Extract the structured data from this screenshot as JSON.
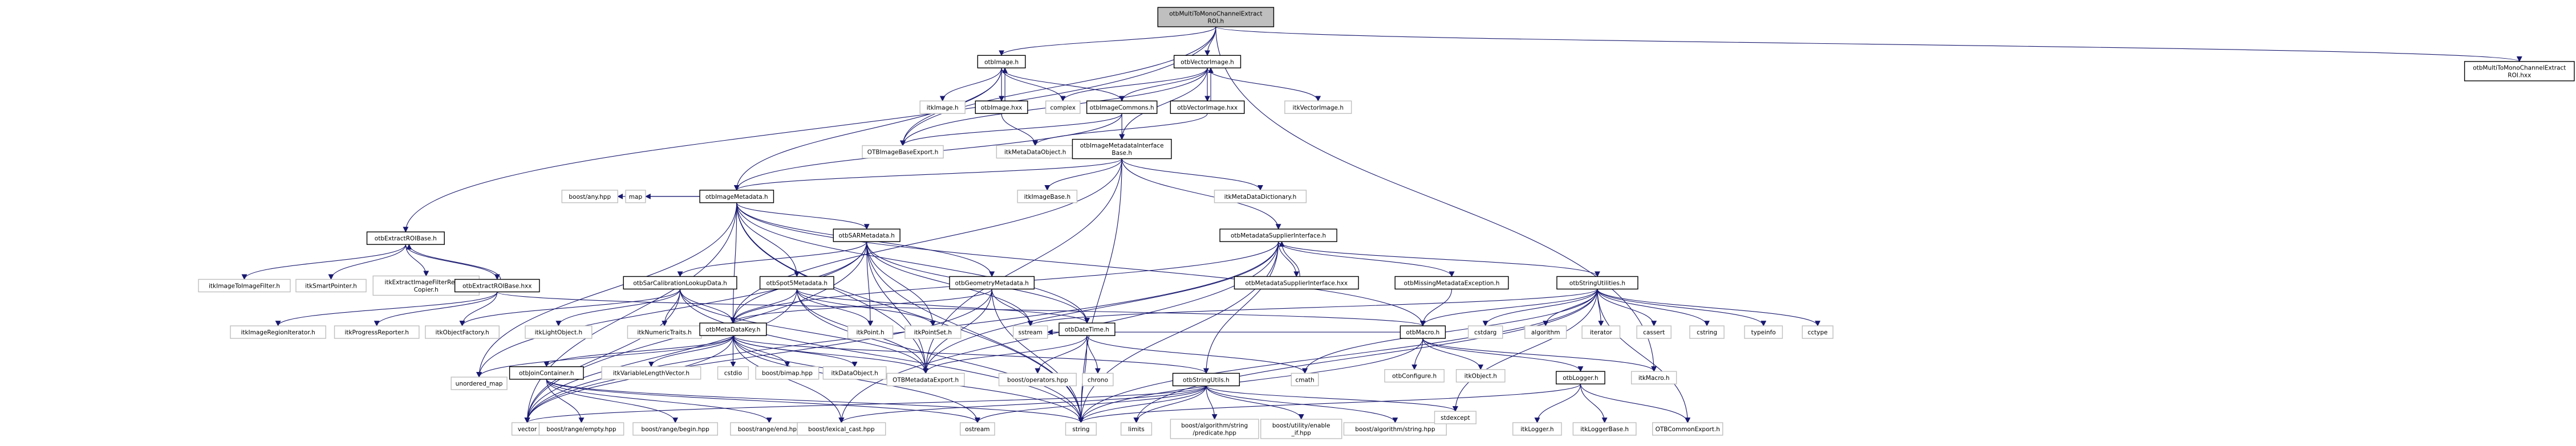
{
  "title": "otbMultiToMonoChannelExtractROI.h include dependency graph",
  "colors": {
    "edge": "#191970",
    "root_fill": "#bfbfbf",
    "internal_border": "#000000",
    "external_border": "#bfbfbf"
  },
  "nodes": [
    {
      "id": "root",
      "label": [
        "otbMultiToMonoChannelExtract",
        "ROI.h"
      ],
      "kind": "root"
    },
    {
      "id": "otbImage_h",
      "label": [
        "otbImage.h"
      ],
      "kind": "internal"
    },
    {
      "id": "otbVectorImage_h",
      "label": [
        "otbVectorImage.h"
      ],
      "kind": "internal"
    },
    {
      "id": "root_hxx",
      "label": [
        "otbMultiToMonoChannelExtract",
        "ROI.hxx"
      ],
      "kind": "internal"
    },
    {
      "id": "itkImage_h",
      "label": [
        "itkImage.h"
      ],
      "kind": "external"
    },
    {
      "id": "otbImage_hxx",
      "label": [
        "otbImage.hxx"
      ],
      "kind": "internal"
    },
    {
      "id": "complex",
      "label": [
        "complex"
      ],
      "kind": "external"
    },
    {
      "id": "otbImageCommons_h",
      "label": [
        "otbImageCommons.h"
      ],
      "kind": "internal"
    },
    {
      "id": "otbVectorImage_hxx",
      "label": [
        "otbVectorImage.hxx"
      ],
      "kind": "internal"
    },
    {
      "id": "itkVectorImage_h",
      "label": [
        "itkVectorImage.h"
      ],
      "kind": "external"
    },
    {
      "id": "OTBImageBaseExport_h",
      "label": [
        "OTBImageBaseExport.h"
      ],
      "kind": "external"
    },
    {
      "id": "itkMetaDataObject_h",
      "label": [
        "itkMetaDataObject.h"
      ],
      "kind": "external"
    },
    {
      "id": "otbIMIB_h",
      "label": [
        "otbImageMetadataInterface",
        "Base.h"
      ],
      "kind": "internal"
    },
    {
      "id": "otbImageMetadata_h",
      "label": [
        "otbImageMetadata.h"
      ],
      "kind": "internal"
    },
    {
      "id": "boost_any",
      "label": [
        "boost/any.hpp"
      ],
      "kind": "external"
    },
    {
      "id": "map",
      "label": [
        "map"
      ],
      "kind": "external"
    },
    {
      "id": "itkImageBase_h",
      "label": [
        "itkImageBase.h"
      ],
      "kind": "external"
    },
    {
      "id": "itkMetaDataDictionary_h",
      "label": [
        "itkMetaDataDictionary.h"
      ],
      "kind": "external"
    },
    {
      "id": "otbExtractROIBase_h",
      "label": [
        "otbExtractROIBase.h"
      ],
      "kind": "internal"
    },
    {
      "id": "otbSARMetadata_h",
      "label": [
        "otbSARMetadata.h"
      ],
      "kind": "internal"
    },
    {
      "id": "otbMSI_h",
      "label": [
        "otbMetadataSupplierInterface.h"
      ],
      "kind": "internal"
    },
    {
      "id": "itkImageToImageFilter_h",
      "label": [
        "itkImageToImageFilter.h"
      ],
      "kind": "external"
    },
    {
      "id": "itkSmartPointer_h",
      "label": [
        "itkSmartPointer.h"
      ],
      "kind": "external"
    },
    {
      "id": "itkEIFRC_h",
      "label": [
        "itkExtractImageFilterRegion",
        "Copier.h"
      ],
      "kind": "external"
    },
    {
      "id": "otbExtractROIBase_hxx",
      "label": [
        "otbExtractROIBase.hxx"
      ],
      "kind": "internal"
    },
    {
      "id": "otbSarCal_h",
      "label": [
        "otbSarCalibrationLookupData.h"
      ],
      "kind": "internal"
    },
    {
      "id": "otbSpot5_h",
      "label": [
        "otbSpot5Metadata.h"
      ],
      "kind": "internal"
    },
    {
      "id": "otbGeom_h",
      "label": [
        "otbGeometryMetadata.h"
      ],
      "kind": "internal"
    },
    {
      "id": "otbMSI_hxx",
      "label": [
        "otbMetadataSupplierInterface.hxx"
      ],
      "kind": "internal"
    },
    {
      "id": "otbMissing_h",
      "label": [
        "otbMissingMetadataException.h"
      ],
      "kind": "internal"
    },
    {
      "id": "otbStringUtilities_h",
      "label": [
        "otbStringUtilities.h"
      ],
      "kind": "internal"
    },
    {
      "id": "itkImageRegionIterator_h",
      "label": [
        "itkImageRegionIterator.h"
      ],
      "kind": "external"
    },
    {
      "id": "itkProgressReporter_h",
      "label": [
        "itkProgressReporter.h"
      ],
      "kind": "external"
    },
    {
      "id": "itkObjectFactory_h",
      "label": [
        "itkObjectFactory.h"
      ],
      "kind": "external"
    },
    {
      "id": "itkLightObject_h",
      "label": [
        "itkLightObject.h"
      ],
      "kind": "external"
    },
    {
      "id": "itkNumericTraits_h",
      "label": [
        "itkNumericTraits.h"
      ],
      "kind": "external"
    },
    {
      "id": "otbMetaDataKey_h",
      "label": [
        "otbMetaDataKey.h"
      ],
      "kind": "internal"
    },
    {
      "id": "itkPoint_h",
      "label": [
        "itkPoint.h"
      ],
      "kind": "external"
    },
    {
      "id": "itkPointSet_h",
      "label": [
        "itkPointSet.h"
      ],
      "kind": "external"
    },
    {
      "id": "sstream",
      "label": [
        "sstream"
      ],
      "kind": "external"
    },
    {
      "id": "otbDateTime_h",
      "label": [
        "otbDateTime.h"
      ],
      "kind": "internal"
    },
    {
      "id": "otbMacro_h",
      "label": [
        "otbMacro.h"
      ],
      "kind": "internal"
    },
    {
      "id": "cstdarg",
      "label": [
        "cstdarg"
      ],
      "kind": "external"
    },
    {
      "id": "algorithm",
      "label": [
        "algorithm"
      ],
      "kind": "external"
    },
    {
      "id": "iterator",
      "label": [
        "iterator"
      ],
      "kind": "external"
    },
    {
      "id": "cassert",
      "label": [
        "cassert"
      ],
      "kind": "external"
    },
    {
      "id": "cstring",
      "label": [
        "cstring"
      ],
      "kind": "external"
    },
    {
      "id": "typeinfo",
      "label": [
        "typeinfo"
      ],
      "kind": "external"
    },
    {
      "id": "cctype",
      "label": [
        "cctype"
      ],
      "kind": "external"
    },
    {
      "id": "unordered_map",
      "label": [
        "unordered_map"
      ],
      "kind": "external"
    },
    {
      "id": "otbJoinContainer_h",
      "label": [
        "otbJoinContainer.h"
      ],
      "kind": "internal"
    },
    {
      "id": "itkVLV_h",
      "label": [
        "itkVariableLengthVector.h"
      ],
      "kind": "external"
    },
    {
      "id": "cstdio",
      "label": [
        "cstdio"
      ],
      "kind": "external"
    },
    {
      "id": "boost_bimap",
      "label": [
        "boost/bimap.hpp"
      ],
      "kind": "external"
    },
    {
      "id": "itkDataObject_h",
      "label": [
        "itkDataObject.h"
      ],
      "kind": "external"
    },
    {
      "id": "OTBMetadataExport_h",
      "label": [
        "OTBMetadataExport.h"
      ],
      "kind": "external"
    },
    {
      "id": "boost_operators",
      "label": [
        "boost/operators.hpp"
      ],
      "kind": "external"
    },
    {
      "id": "chrono",
      "label": [
        "chrono"
      ],
      "kind": "external"
    },
    {
      "id": "otbStringUtils_h",
      "label": [
        "otbStringUtils.h"
      ],
      "kind": "internal"
    },
    {
      "id": "cmath",
      "label": [
        "cmath"
      ],
      "kind": "external"
    },
    {
      "id": "otbConfigure_h",
      "label": [
        "otbConfigure.h"
      ],
      "kind": "external"
    },
    {
      "id": "itkObject_h",
      "label": [
        "itkObject.h"
      ],
      "kind": "external"
    },
    {
      "id": "otbLogger_h",
      "label": [
        "otbLogger.h"
      ],
      "kind": "internal"
    },
    {
      "id": "itkMacro_h",
      "label": [
        "itkMacro.h"
      ],
      "kind": "external"
    },
    {
      "id": "vector",
      "label": [
        "vector"
      ],
      "kind": "external"
    },
    {
      "id": "boost_range_empty",
      "label": [
        "boost/range/empty.hpp"
      ],
      "kind": "external"
    },
    {
      "id": "boost_range_begin",
      "label": [
        "boost/range/begin.hpp"
      ],
      "kind": "external"
    },
    {
      "id": "boost_range_end",
      "label": [
        "boost/range/end.hpp"
      ],
      "kind": "external"
    },
    {
      "id": "boost_lexical_cast",
      "label": [
        "boost/lexical_cast.hpp"
      ],
      "kind": "external"
    },
    {
      "id": "ostream",
      "label": [
        "ostream"
      ],
      "kind": "external"
    },
    {
      "id": "string",
      "label": [
        "string"
      ],
      "kind": "external"
    },
    {
      "id": "limits",
      "label": [
        "limits"
      ],
      "kind": "external"
    },
    {
      "id": "boost_alg_pred",
      "label": [
        "boost/algorithm/string",
        "/predicate.hpp"
      ],
      "kind": "external"
    },
    {
      "id": "boost_enable_if",
      "label": [
        "boost/utility/enable",
        "_if.hpp"
      ],
      "kind": "external"
    },
    {
      "id": "boost_alg_string",
      "label": [
        "boost/algorithm/string.hpp"
      ],
      "kind": "external"
    },
    {
      "id": "stdexcept",
      "label": [
        "stdexcept"
      ],
      "kind": "external"
    },
    {
      "id": "itkLogger_h",
      "label": [
        "itkLogger.h"
      ],
      "kind": "external"
    },
    {
      "id": "itkLoggerBase_h",
      "label": [
        "itkLoggerBase.h"
      ],
      "kind": "external"
    },
    {
      "id": "OTBCommonExport_h",
      "label": [
        "OTBCommonExport.h"
      ],
      "kind": "external"
    }
  ],
  "edges": [
    [
      "root",
      "otbImage_h"
    ],
    [
      "root",
      "otbVectorImage_h"
    ],
    [
      "root",
      "root_hxx"
    ],
    [
      "root",
      "OTBImageBaseExport_h"
    ],
    [
      "root",
      "otbExtractROIBase_h"
    ],
    [
      "root",
      "itkMacro_h"
    ],
    [
      "otbImage_h",
      "itkImage_h"
    ],
    [
      "otbImage_h",
      "otbImage_hxx"
    ],
    [
      "otbImage_hxx",
      "otbImage_h"
    ],
    [
      "otbImage_h",
      "complex"
    ],
    [
      "otbImage_h",
      "otbImageCommons_h"
    ],
    [
      "otbImage_h",
      "OTBImageBaseExport_h"
    ],
    [
      "otbImage_h",
      "otbImageMetadata_h"
    ],
    [
      "otbImage_hxx",
      "itkMetaDataObject_h"
    ],
    [
      "otbVectorImage_h",
      "complex"
    ],
    [
      "otbVectorImage_h",
      "otbImageCommons_h"
    ],
    [
      "otbVectorImage_h",
      "otbVectorImage_hxx"
    ],
    [
      "otbVectorImage_hxx",
      "otbVectorImage_h"
    ],
    [
      "otbVectorImage_h",
      "itkVectorImage_h"
    ],
    [
      "otbVectorImage_h",
      "OTBImageBaseExport_h"
    ],
    [
      "otbVectorImage_h",
      "otbIMIB_h"
    ],
    [
      "otbVectorImage_hxx",
      "itkMetaDataObject_h"
    ],
    [
      "otbImageCommons_h",
      "OTBImageBaseExport_h"
    ],
    [
      "otbImageCommons_h",
      "otbIMIB_h"
    ],
    [
      "otbImageCommons_h",
      "otbImageMetadata_h"
    ],
    [
      "otbIMIB_h",
      "otbImageMetadata_h"
    ],
    [
      "otbIMIB_h",
      "itkImageBase_h"
    ],
    [
      "otbIMIB_h",
      "itkMetaDataDictionary_h"
    ],
    [
      "otbIMIB_h",
      "otbMSI_h"
    ],
    [
      "otbIMIB_h",
      "string"
    ],
    [
      "otbIMIB_h",
      "OTBMetadataExport_h"
    ],
    [
      "otbIMIB_h",
      "otbMetaDataKey_h"
    ],
    [
      "otbImageMetadata_h",
      "boost_any"
    ],
    [
      "otbImageMetadata_h",
      "map"
    ],
    [
      "otbImageMetadata_h",
      "otbSARMetadata_h"
    ],
    [
      "otbImageMetadata_h",
      "otbSpot5_h"
    ],
    [
      "otbImageMetadata_h",
      "otbGeom_h"
    ],
    [
      "otbImageMetadata_h",
      "otbMetaDataKey_h"
    ],
    [
      "otbImageMetadata_h",
      "OTBMetadataExport_h"
    ],
    [
      "otbImageMetadata_h",
      "vector"
    ],
    [
      "otbImageMetadata_h",
      "unordered_map"
    ],
    [
      "otbImageMetadata_h",
      "string"
    ],
    [
      "otbImageMetadata_h",
      "otbMacro_h"
    ],
    [
      "otbImageMetadata_h",
      "otbDateTime_h"
    ],
    [
      "otbExtractROIBase_h",
      "itkImageToImageFilter_h"
    ],
    [
      "otbExtractROIBase_h",
      "itkSmartPointer_h"
    ],
    [
      "otbExtractROIBase_h",
      "itkEIFRC_h"
    ],
    [
      "otbExtractROIBase_h",
      "otbExtractROIBase_hxx"
    ],
    [
      "otbExtractROIBase_hxx",
      "otbExtractROIBase_h"
    ],
    [
      "otbExtractROIBase_hxx",
      "itkImageRegionIterator_h"
    ],
    [
      "otbExtractROIBase_hxx",
      "itkProgressReporter_h"
    ],
    [
      "otbExtractROIBase_hxx",
      "itkObjectFactory_h"
    ],
    [
      "otbExtractROIBase_hxx",
      "otbMacro_h"
    ],
    [
      "otbSARMetadata_h",
      "otbSarCal_h"
    ],
    [
      "otbSARMetadata_h",
      "otbMetaDataKey_h"
    ],
    [
      "otbSARMetadata_h",
      "itkPoint_h"
    ],
    [
      "otbSARMetadata_h",
      "itkPointSet_h"
    ],
    [
      "otbSARMetadata_h",
      "OTBMetadataExport_h"
    ],
    [
      "otbSARMetadata_h",
      "otbDateTime_h"
    ],
    [
      "otbSARMetadata_h",
      "vector"
    ],
    [
      "otbSARMetadata_h",
      "string"
    ],
    [
      "otbSARMetadata_h",
      "unordered_map"
    ],
    [
      "otbSARMetadata_h",
      "sstream"
    ],
    [
      "otbSarCal_h",
      "itkLightObject_h"
    ],
    [
      "otbSarCal_h",
      "itkNumericTraits_h"
    ],
    [
      "otbSarCal_h",
      "otbMetaDataKey_h"
    ],
    [
      "otbSarCal_h",
      "itkObjectFactory_h"
    ],
    [
      "otbSarCal_h",
      "vector"
    ],
    [
      "otbSarCal_h",
      "OTBMetadataExport_h"
    ],
    [
      "otbSarCal_h",
      "string"
    ],
    [
      "otbSpot5_h",
      "otbMetaDataKey_h"
    ],
    [
      "otbSpot5_h",
      "itkPoint_h"
    ],
    [
      "otbSpot5_h",
      "itkPointSet_h"
    ],
    [
      "otbSpot5_h",
      "OTBMetadataExport_h"
    ],
    [
      "otbSpot5_h",
      "string"
    ],
    [
      "otbSpot5_h",
      "vector"
    ],
    [
      "otbSpot5_h",
      "otbDateTime_h"
    ],
    [
      "otbGeom_h",
      "otbMetaDataKey_h"
    ],
    [
      "otbGeom_h",
      "sstream"
    ],
    [
      "otbGeom_h",
      "OTBMetadataExport_h"
    ],
    [
      "otbGeom_h",
      "string"
    ],
    [
      "otbGeom_h",
      "vector"
    ],
    [
      "otbMSI_h",
      "otbMSI_hxx"
    ],
    [
      "otbMSI_hxx",
      "otbMSI_h"
    ],
    [
      "otbMSI_h",
      "otbMissing_h"
    ],
    [
      "otbMSI_h",
      "otbStringUtilities_h"
    ],
    [
      "otbMSI_h",
      "otbStringUtils_h"
    ],
    [
      "otbMSI_h",
      "vector"
    ],
    [
      "otbMSI_h",
      "string"
    ],
    [
      "otbMSI_h",
      "OTBMetadataExport_h"
    ],
    [
      "otbMSI_h",
      "boost_lexical_cast"
    ],
    [
      "otbMSI_h",
      "otbMetaDataKey_h"
    ],
    [
      "otbMissing_h",
      "otbMacro_h"
    ],
    [
      "otbStringUtilities_h",
      "otbMacro_h"
    ],
    [
      "otbStringUtilities_h",
      "cstdarg"
    ],
    [
      "otbStringUtilities_h",
      "algorithm"
    ],
    [
      "otbStringUtilities_h",
      "iterator"
    ],
    [
      "otbStringUtilities_h",
      "cassert"
    ],
    [
      "otbStringUtilities_h",
      "cstring"
    ],
    [
      "otbStringUtilities_h",
      "typeinfo"
    ],
    [
      "otbStringUtilities_h",
      "cctype"
    ],
    [
      "otbStringUtilities_h",
      "string"
    ],
    [
      "otbStringUtilities_h",
      "stdexcept"
    ],
    [
      "otbStringUtilities_h",
      "OTBCommonExport_h"
    ],
    [
      "otbStringUtilities_h",
      "sstream"
    ],
    [
      "otbStringUtilities_h",
      "cmath"
    ],
    [
      "otbStringUtilities_h",
      "limits"
    ],
    [
      "otbMetaDataKey_h",
      "otbJoinContainer_h"
    ],
    [
      "otbMetaDataKey_h",
      "itkVLV_h"
    ],
    [
      "otbMetaDataKey_h",
      "cstdio"
    ],
    [
      "otbMetaDataKey_h",
      "boost_bimap"
    ],
    [
      "otbMetaDataKey_h",
      "itkDataObject_h"
    ],
    [
      "otbMetaDataKey_h",
      "OTBMetadataExport_h"
    ],
    [
      "otbMetaDataKey_h",
      "string"
    ],
    [
      "otbMetaDataKey_h",
      "vector"
    ],
    [
      "otbMetaDataKey_h",
      "unordered_map"
    ],
    [
      "otbMetaDataKey_h",
      "ostream"
    ],
    [
      "otbMetaDataKey_h",
      "otbStringUtils_h"
    ],
    [
      "otbMetaDataKey_h",
      "boost_lexical_cast"
    ],
    [
      "otbDateTime_h",
      "OTBMetadataExport_h"
    ],
    [
      "otbDateTime_h",
      "boost_operators"
    ],
    [
      "otbDateTime_h",
      "chrono"
    ],
    [
      "otbDateTime_h",
      "string"
    ],
    [
      "otbDateTime_h",
      "cmath"
    ],
    [
      "otbJoinContainer_h",
      "boost_range_empty"
    ],
    [
      "otbJoinContainer_h",
      "boost_range_begin"
    ],
    [
      "otbJoinContainer_h",
      "boost_range_end"
    ],
    [
      "otbJoinContainer_h",
      "ostream"
    ],
    [
      "otbJoinContainer_h",
      "string"
    ],
    [
      "otbStringUtils_h",
      "string"
    ],
    [
      "otbStringUtils_h",
      "vector"
    ],
    [
      "otbStringUtils_h",
      "limits"
    ],
    [
      "otbStringUtils_h",
      "boost_alg_pred"
    ],
    [
      "otbStringUtils_h",
      "boost_enable_if"
    ],
    [
      "otbStringUtils_h",
      "boost_alg_string"
    ],
    [
      "otbStringUtils_h",
      "stdexcept"
    ],
    [
      "otbStringUtils_h",
      "boost_lexical_cast"
    ],
    [
      "otbStringUtils_h",
      "ostream"
    ],
    [
      "otbMacro_h",
      "otbConfigure_h"
    ],
    [
      "otbMacro_h",
      "itkObject_h"
    ],
    [
      "otbMacro_h",
      "otbLogger_h"
    ],
    [
      "otbMacro_h",
      "itkMacro_h"
    ],
    [
      "otbMacro_h",
      "string"
    ],
    [
      "otbMacro_h",
      "sstream"
    ],
    [
      "otbLogger_h",
      "itkLogger_h"
    ],
    [
      "otbLogger_h",
      "itkLoggerBase_h"
    ],
    [
      "otbLogger_h",
      "OTBCommonExport_h"
    ],
    [
      "otbLogger_h",
      "string"
    ]
  ]
}
